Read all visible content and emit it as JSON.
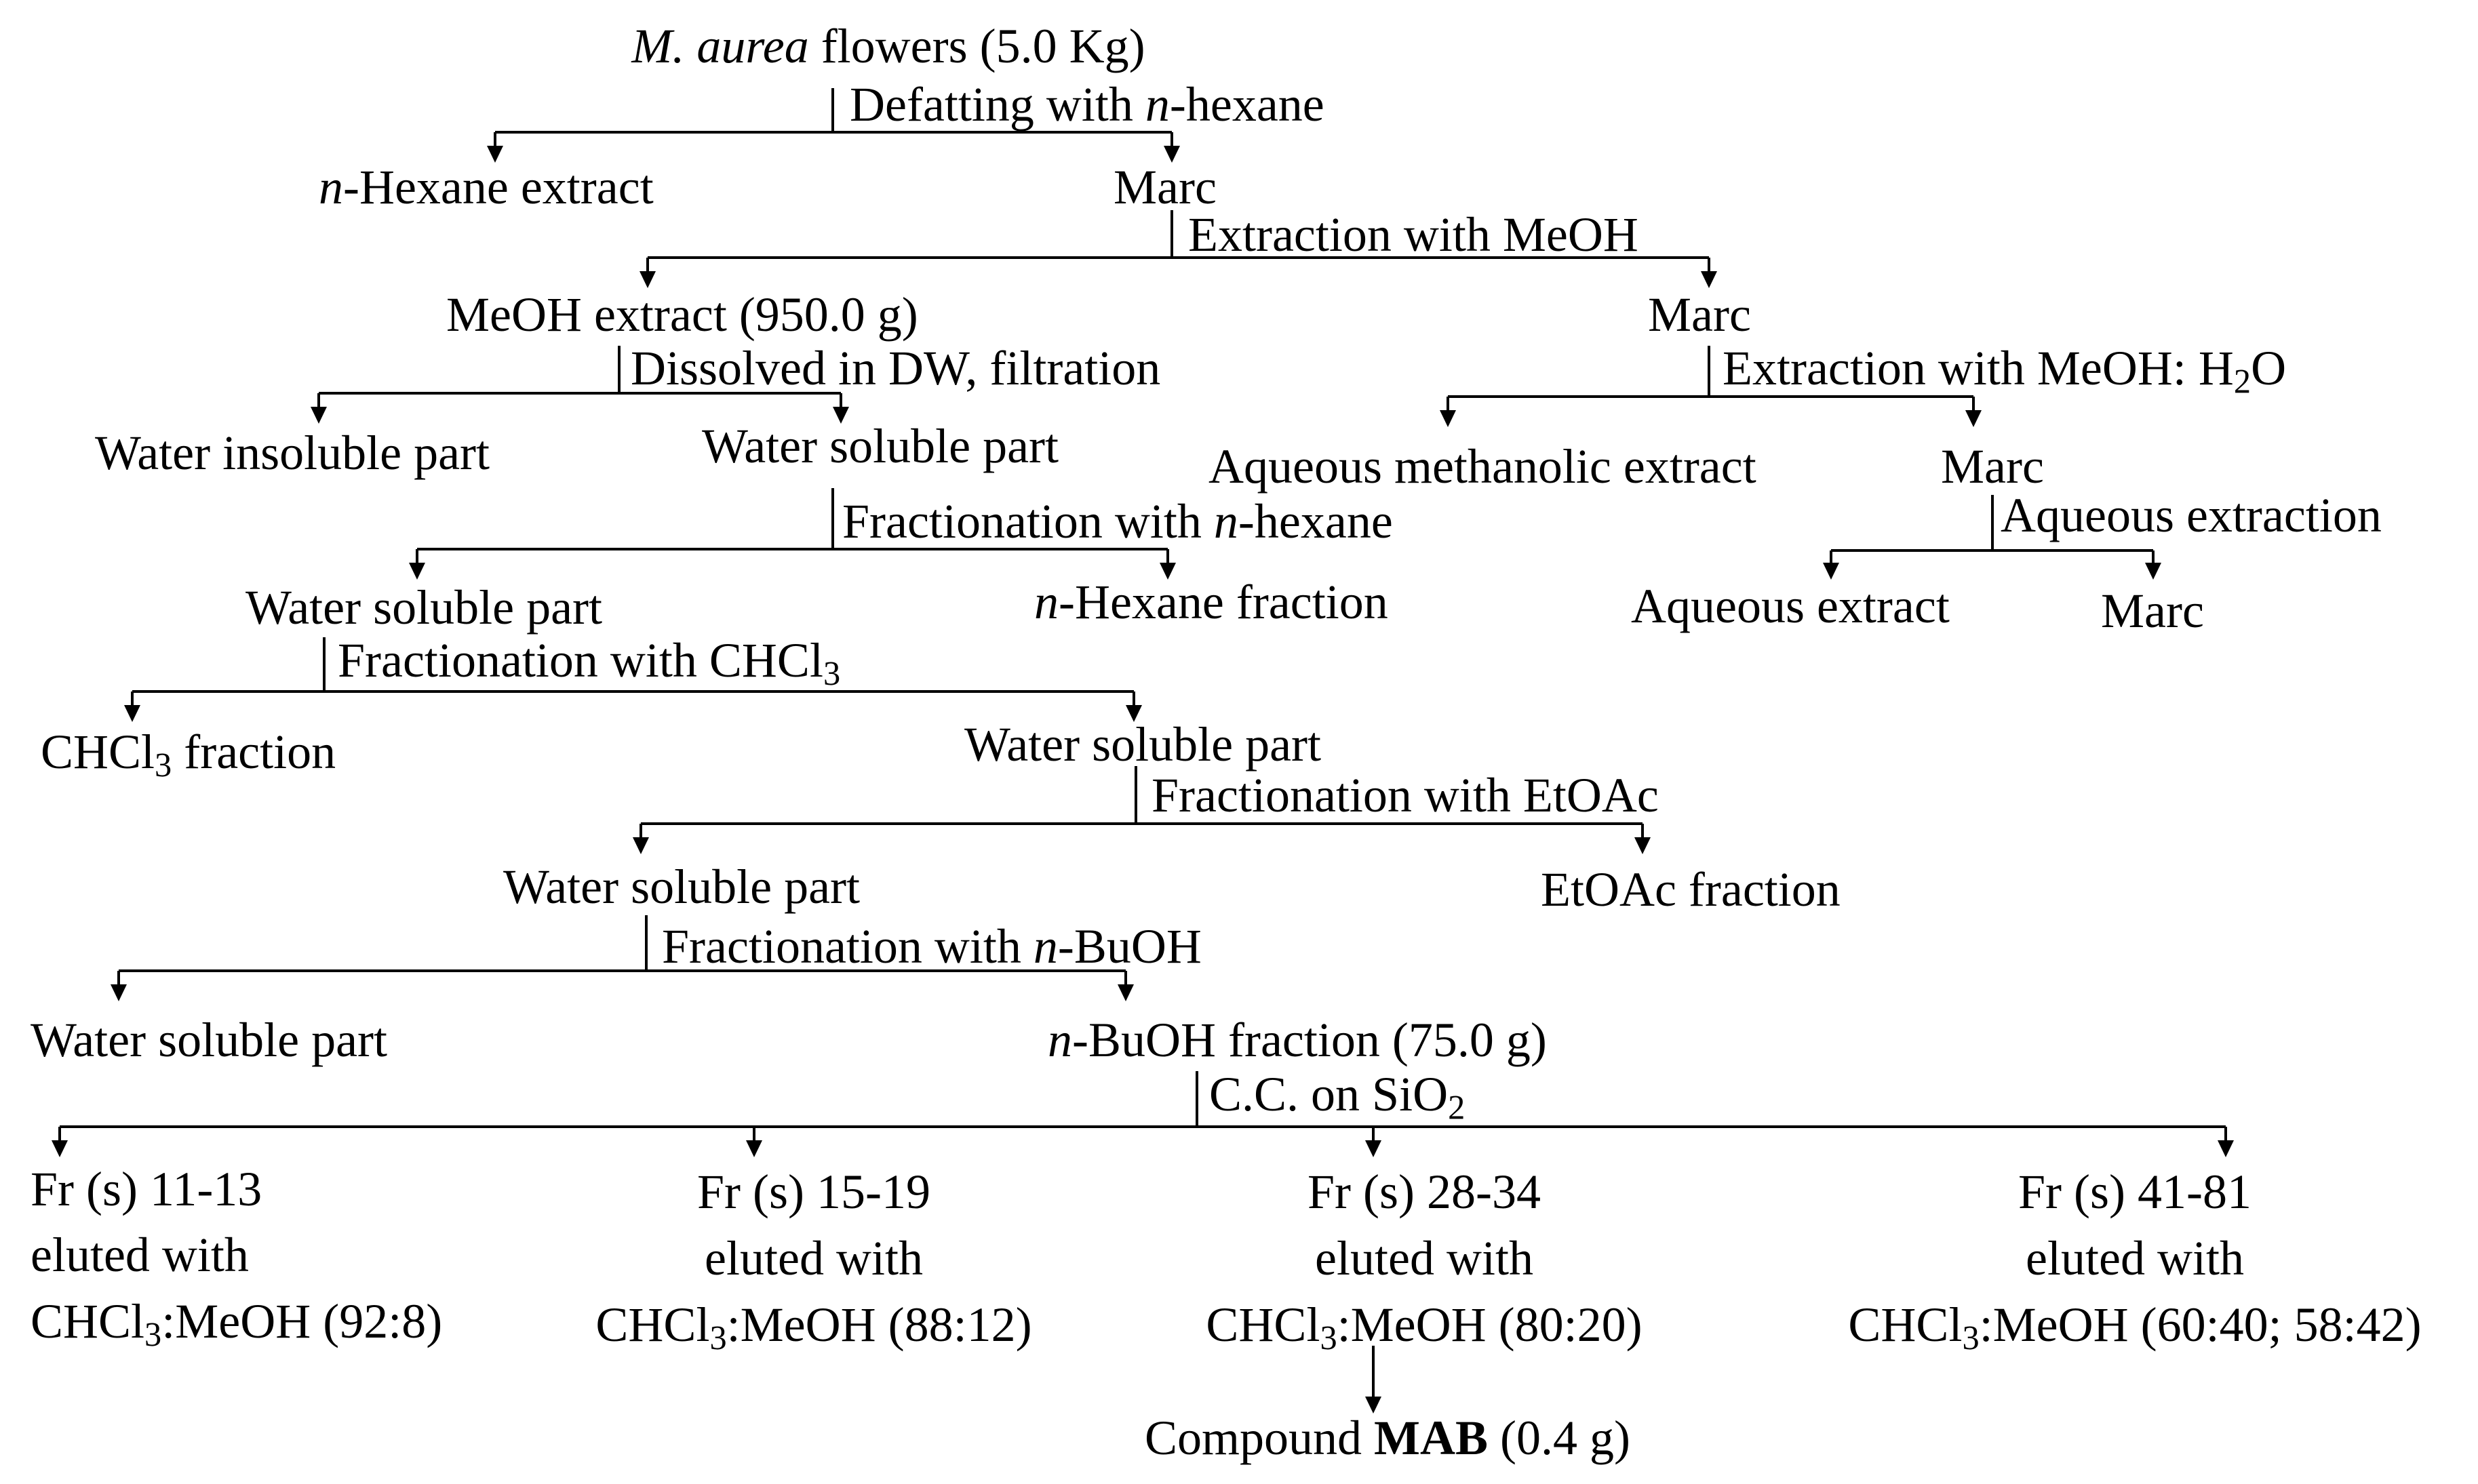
{
  "diagram": {
    "steps": {
      "s1": "Defatting with ",
      "s1_it": "n",
      "s1_b": "-hexane",
      "s2": "Extraction with MeOH",
      "s3": "Dissolved in DW, filtration",
      "s4": "Extraction with MeOH: H",
      "s4_sub": "2",
      "s4_b": "O",
      "s5": "Fractionation with ",
      "s5_it": "n",
      "s5_b": "-hexane",
      "s6": "Aqueous extraction",
      "s7": "Fractionation with CHCl",
      "s7_sub": "3",
      "s8": "Fractionation with EtOAc",
      "s9": "Fractionation with ",
      "s9_it": "n",
      "s9_b": "-BuOH",
      "s10": "C.C. on SiO",
      "s10_sub": "2"
    },
    "nodes": {
      "root_it": "M. aurea",
      "root_b": " flowers (5.0 Kg)",
      "hex_ext_it": "n",
      "hex_ext_b": "-Hexane extract",
      "marc1": "Marc",
      "meoh_ext": "MeOH extract (950.0 g)",
      "marc2": "Marc",
      "water_insol": "Water insoluble part",
      "water_sol1": "Water soluble part",
      "aq_meth": "Aqueous methanolic extract",
      "marc3": "Marc",
      "water_sol2": "Water soluble part",
      "hex_frac_it": "n",
      "hex_frac_b": "-Hexane fraction",
      "aq_ext": "Aqueous extract",
      "marc4": "Marc",
      "chcl3_a": "CHCl",
      "chcl3_sub": "3",
      "chcl3_b": " fraction",
      "water_sol3": "Water soluble part",
      "water_sol4": "Water soluble part",
      "etoac_frac": "EtOAc fraction",
      "water_sol5": "Water soluble part",
      "buoh_it": "n",
      "buoh_b": "-BuOH fraction (75.0 g)",
      "fr1_l1": "Fr (s) 11-13",
      "fr1_l2": "eluted with",
      "fr1_l3a": "CHCl",
      "fr1_l3sub": "3",
      "fr1_l3b": ":MeOH (92:8)",
      "fr2_l1": "Fr (s) 15-19",
      "fr2_l2": "eluted with",
      "fr2_l3a": "CHCl",
      "fr2_l3sub": "3",
      "fr2_l3b": ":MeOH (88:12)",
      "fr3_l1": "Fr (s) 28-34",
      "fr3_l2": "eluted with",
      "fr3_l3a": "CHCl",
      "fr3_l3sub": "3",
      "fr3_l3b": ":MeOH (80:20)",
      "fr4_l1": "Fr (s) 41-81",
      "fr4_l2": "eluted with",
      "fr4_l3a": "CHCl",
      "fr4_l3sub": "3",
      "fr4_l3b": ":MeOH (60:40; 58:42)",
      "compound_a": "Compound ",
      "compound_b": "MAB",
      "compound_c": " (0.4 g)"
    }
  }
}
